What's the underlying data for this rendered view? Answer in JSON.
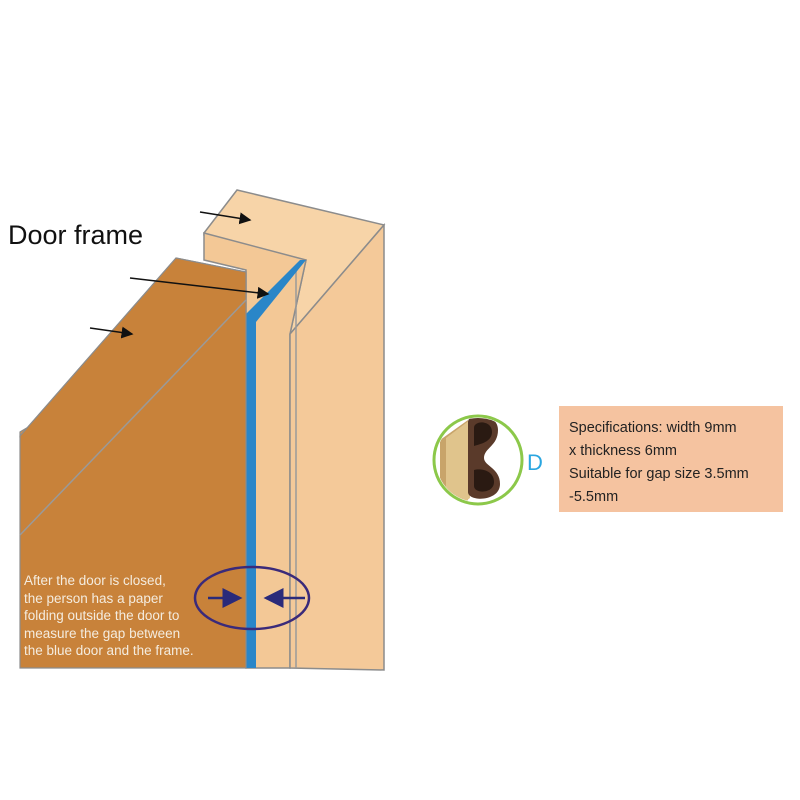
{
  "title": "Door frame",
  "caption_lines": [
    "After the door is closed,",
    "the person has a paper",
    "folding outside the door to",
    "measure the gap between",
    "the blue door and the frame."
  ],
  "profile_label": "D",
  "specifications": [
    "Specifications: width 9mm",
    "x thickness 6mm",
    "Suitable for gap size 3.5mm",
    "-5.5mm"
  ],
  "colors": {
    "door": "#c8823a",
    "frame_front": "#f3c896",
    "frame_side": "#f6d1a6",
    "seal_strip": "#2a86c8",
    "measure_ring": "#3a2a7a",
    "profile_ring": "#8cc84a",
    "profile_seal": "#5a3a2a",
    "spec_box": "#f5c3a0",
    "profile_letter": "#2aa6e0"
  }
}
